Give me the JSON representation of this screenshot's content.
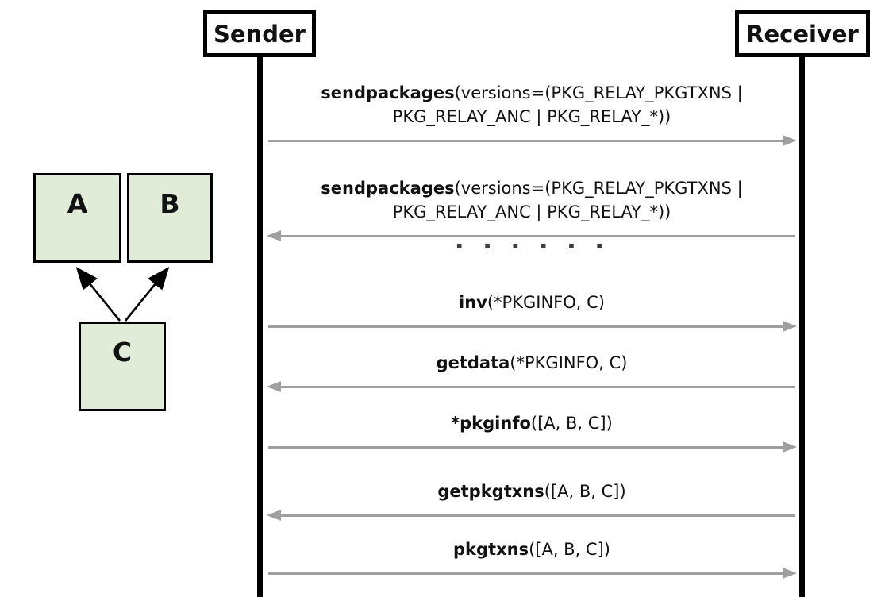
{
  "package_graph": {
    "nodes": [
      {
        "id": "A",
        "label": "A"
      },
      {
        "id": "B",
        "label": "B"
      },
      {
        "id": "C",
        "label": "C"
      }
    ],
    "edges": [
      {
        "from": "C",
        "to": "A"
      },
      {
        "from": "C",
        "to": "B"
      }
    ],
    "node_fill": "#e1ecd8"
  },
  "sequence": {
    "actors": [
      {
        "id": "sender",
        "label": "Sender"
      },
      {
        "id": "receiver",
        "label": "Receiver"
      }
    ],
    "ellipsis": "· · · · · ·",
    "arrow_color": "#9f9f9f",
    "messages": [
      {
        "fn": "sendpackages",
        "args": [
          "(versions=(PKG_RELAY_PKGTXNS |",
          "PKG_RELAY_ANC | PKG_RELAY_*))"
        ],
        "from": "Sender",
        "to": "Receiver",
        "direction": "right"
      },
      {
        "fn": "sendpackages",
        "args": [
          "(versions=(PKG_RELAY_PKGTXNS |",
          "PKG_RELAY_ANC | PKG_RELAY_*))"
        ],
        "from": "Receiver",
        "to": "Sender",
        "direction": "left"
      },
      {
        "fn": "inv",
        "args": [
          "(*PKGINFO, C)"
        ],
        "from": "Sender",
        "to": "Receiver",
        "direction": "right"
      },
      {
        "fn": "getdata",
        "args": [
          "(*PKGINFO, C)"
        ],
        "from": "Receiver",
        "to": "Sender",
        "direction": "left"
      },
      {
        "fn": "*pkginfo",
        "args": [
          "([A, B, C])"
        ],
        "from": "Sender",
        "to": "Receiver",
        "direction": "right"
      },
      {
        "fn": "getpkgtxns",
        "args": [
          "([A, B, C])"
        ],
        "from": "Receiver",
        "to": "Sender",
        "direction": "left"
      },
      {
        "fn": "pkgtxns",
        "args": [
          "([A, B, C])"
        ],
        "from": "Sender",
        "to": "Receiver",
        "direction": "right"
      }
    ]
  }
}
